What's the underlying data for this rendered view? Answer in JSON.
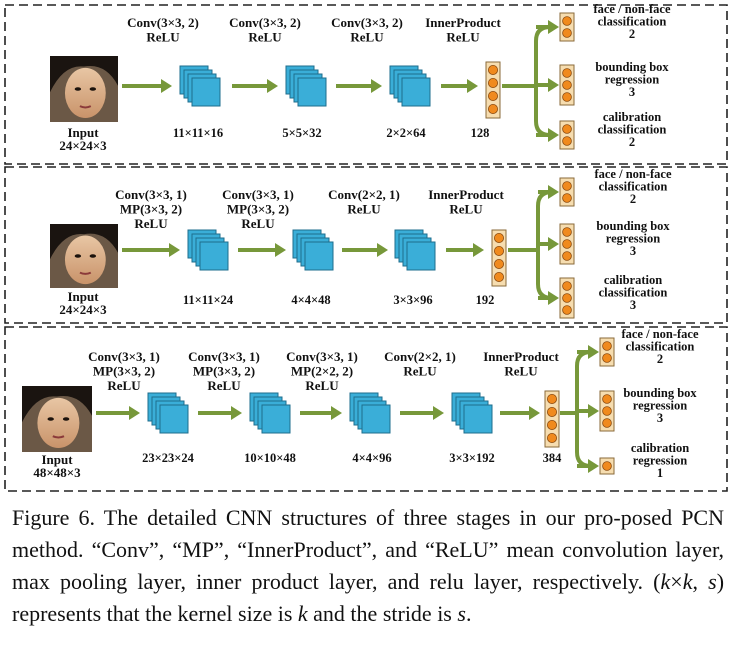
{
  "stages": [
    {
      "input_label": "Input",
      "input_size": "24×24×3",
      "layers": [
        {
          "lines": [
            "Conv(3×3, 2)",
            "ReLU"
          ],
          "dim": "11×11×16"
        },
        {
          "lines": [
            "Conv(3×3, 2)",
            "ReLU"
          ],
          "dim": "5×5×32"
        },
        {
          "lines": [
            "Conv(3×3, 2)",
            "ReLU"
          ],
          "dim": "2×2×64"
        },
        {
          "lines": [
            "InnerProduct",
            "ReLU"
          ],
          "dim": "128"
        }
      ],
      "outputs": [
        {
          "lines": [
            "face / non-face",
            "classification",
            "2"
          ]
        },
        {
          "lines": [
            "bounding box",
            "regression",
            "3"
          ]
        },
        {
          "lines": [
            "calibration",
            "classification",
            "2"
          ]
        }
      ]
    },
    {
      "input_label": "Input",
      "input_size": "24×24×3",
      "layers": [
        {
          "lines": [
            "Conv(3×3, 1)",
            "MP(3×3, 2)",
            "ReLU"
          ],
          "dim": "11×11×24"
        },
        {
          "lines": [
            "Conv(3×3, 1)",
            "MP(3×3, 2)",
            "ReLU"
          ],
          "dim": "4×4×48"
        },
        {
          "lines": [
            "Conv(2×2, 1)",
            "ReLU"
          ],
          "dim": "3×3×96"
        },
        {
          "lines": [
            "InnerProduct",
            "ReLU"
          ],
          "dim": "192"
        }
      ],
      "outputs": [
        {
          "lines": [
            "face / non-face",
            "classification",
            "2"
          ]
        },
        {
          "lines": [
            "bounding box",
            "regression",
            "3"
          ]
        },
        {
          "lines": [
            "calibration",
            "classification",
            "3"
          ]
        }
      ]
    },
    {
      "input_label": "Input",
      "input_size": "48×48×3",
      "layers": [
        {
          "lines": [
            "Conv(3×3, 1)",
            "MP(3×3, 2)",
            "ReLU"
          ],
          "dim": "23×23×24"
        },
        {
          "lines": [
            "Conv(3×3, 1)",
            "MP(3×3, 2)",
            "ReLU"
          ],
          "dim": "10×10×48"
        },
        {
          "lines": [
            "Conv(3×3, 1)",
            "MP(2×2, 2)",
            "ReLU"
          ],
          "dim": "4×4×96"
        },
        {
          "lines": [
            "Conv(2×2, 1)",
            "ReLU"
          ],
          "dim": "3×3×192"
        },
        {
          "lines": [
            "InnerProduct",
            "ReLU"
          ],
          "dim": "384"
        }
      ],
      "outputs": [
        {
          "lines": [
            "face / non-face",
            "classification",
            "2"
          ]
        },
        {
          "lines": [
            "bounding box",
            "regression",
            "3"
          ]
        },
        {
          "lines": [
            "calibration",
            "regression",
            "1"
          ]
        }
      ]
    }
  ],
  "caption": {
    "p1": "Figure 6. The detailed CNN structures of three stages in our pro-posed PCN method. “Conv”, “MP”, “InnerProduct”, and “ReLU” mean convolution layer, max pooling layer, inner product layer, and relu layer, respectively. (",
    "k1": "k",
    "times": "×",
    "k2": "k",
    "comma": ", ",
    "s1": "s",
    "p2": ") represents that the kernel size is ",
    "k3": "k",
    "p3": " and the stride is ",
    "s2": "s",
    "p4": "."
  },
  "colors": {
    "arrow": "#77983a",
    "cube_face": "#3aaed8",
    "cube_edge": "#1e6d8c",
    "node": "#f08a1e",
    "node_box": "#f6ddb0",
    "frame": "#222222"
  },
  "icons": {
    "input": "face-photo-icon",
    "feature_map": "feature-map-stack-icon",
    "fc": "fc-neuron-column-icon",
    "output": "output-neuron-icon"
  }
}
